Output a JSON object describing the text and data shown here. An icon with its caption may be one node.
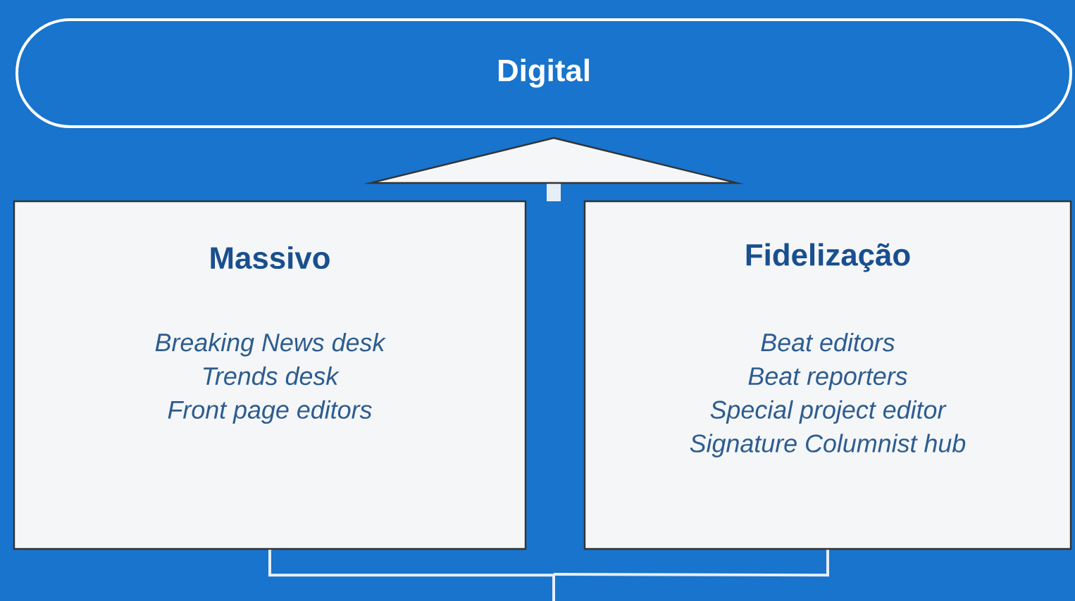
{
  "diagram": {
    "nodes": [
      {
        "text": [
          "Digital"
        ]
      },
      {
        "text": [
          "Massivo",
          "Breaking News desk",
          "Trends desk",
          "Front page editors"
        ]
      },
      {
        "text": [
          "Fidelização",
          "Beat editors",
          "Beat reporters",
          "Special project editor",
          "Signature Columnist hub"
        ]
      },
      {
        "text": [],
        "shape": "triangle"
      }
    ],
    "edges": [
      {
        "from": 1,
        "to": null,
        "arrow": "none"
      },
      {
        "from": 2,
        "to": null,
        "arrow": "none"
      }
    ]
  }
}
